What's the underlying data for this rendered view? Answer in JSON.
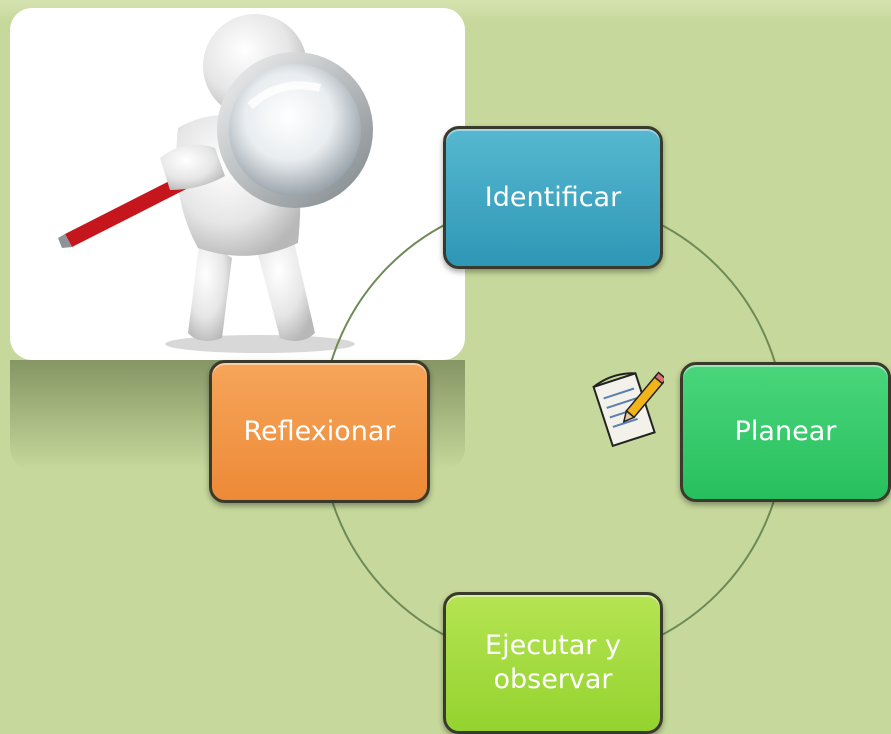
{
  "diagram": {
    "steps": [
      {
        "label": "Identificar",
        "color": "#3ea7c4"
      },
      {
        "label": "Planear",
        "color": "#34cd6b"
      },
      {
        "label": "Ejecutar y observar",
        "color": "#a6dc3c"
      },
      {
        "label": "Reflexionar",
        "color": "#f29647"
      }
    ],
    "connector_color": "#6f8a55",
    "background_color": "#c6d89b"
  },
  "icons": {
    "photo": "magnifying-glass-figure-icon",
    "notepad": "notepad-pencil-icon"
  }
}
